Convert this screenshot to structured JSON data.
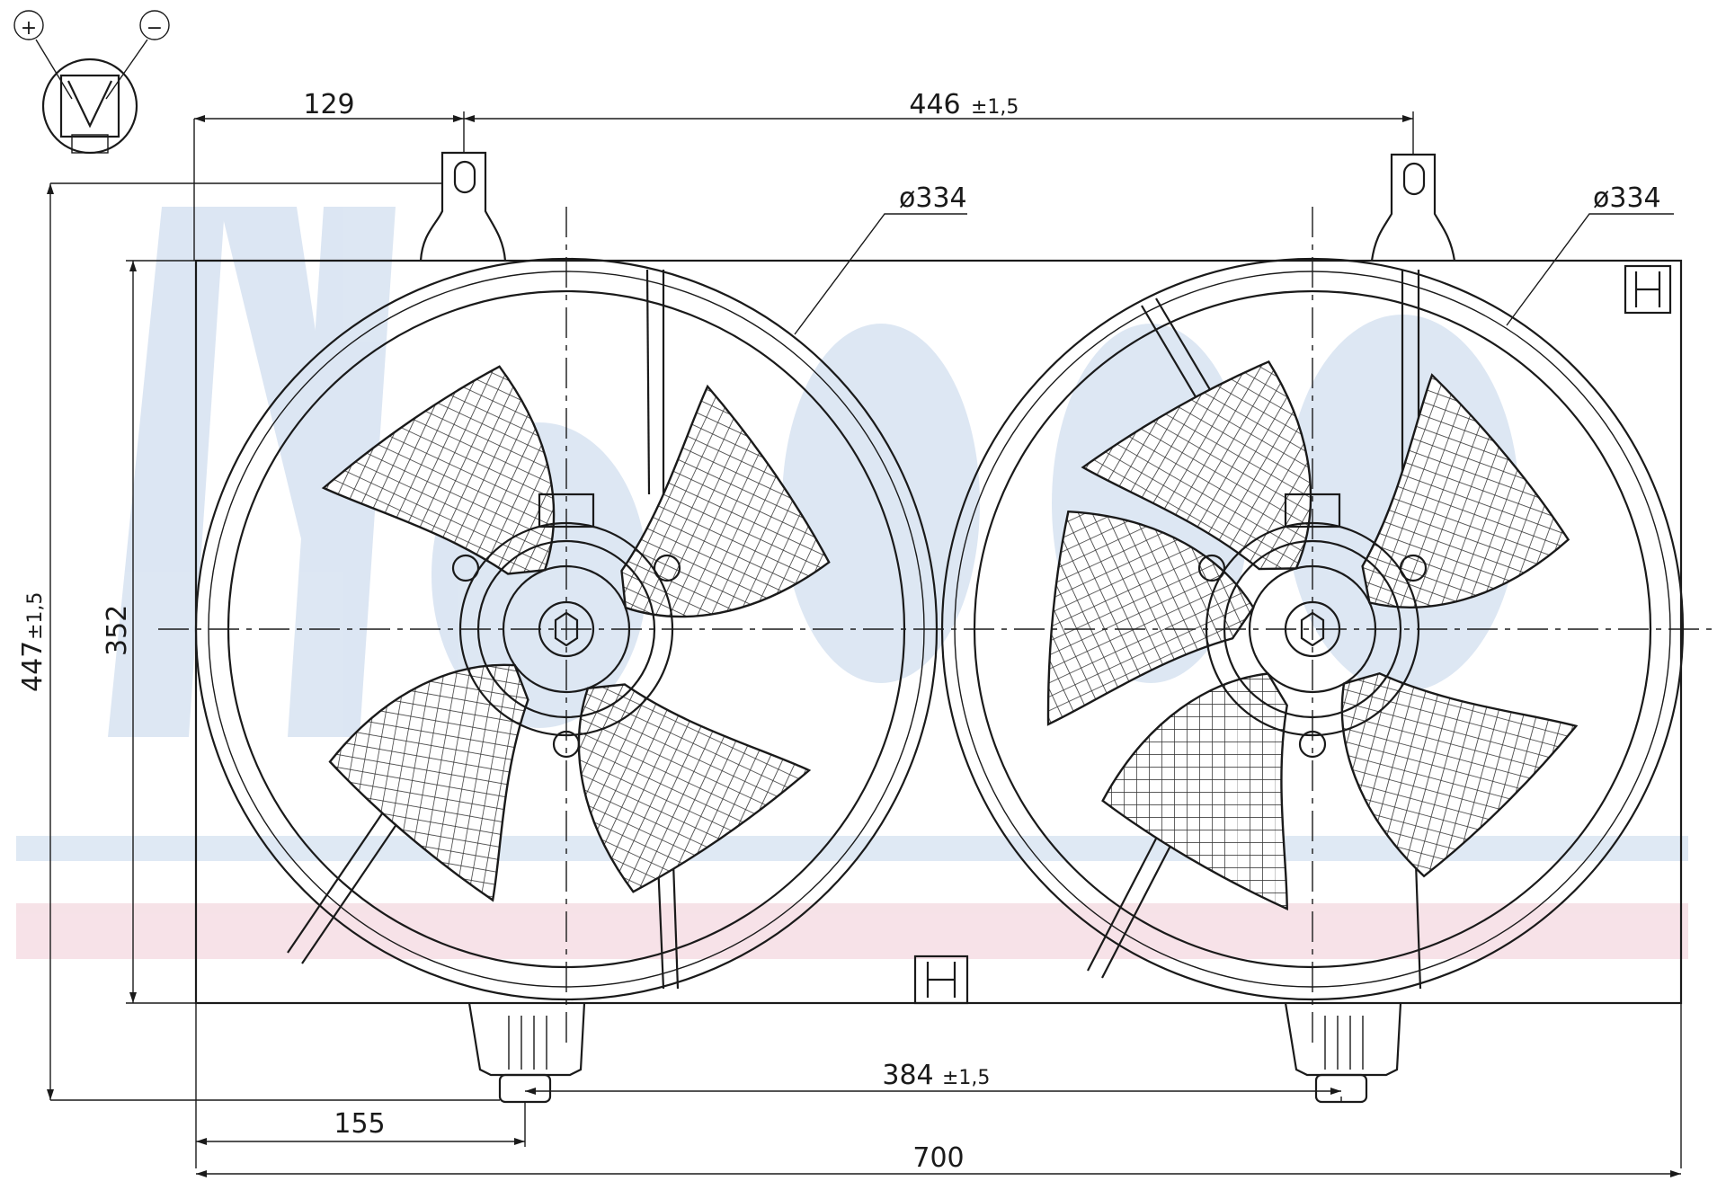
{
  "connector": {
    "plus_label": "+",
    "minus_label": "−"
  },
  "dimensions": {
    "bracket_offset": "129",
    "mount_spacing": "446",
    "mount_spacing_tol": "±1,5",
    "fan_diameter_left": "ø334",
    "fan_diameter_right": "ø334",
    "overall_height": "447",
    "overall_height_tol": "±1,5",
    "core_height": "352",
    "bottom_offset": "155",
    "bottom_mount_spacing": "384",
    "bottom_mount_spacing_tol": "±1,5",
    "overall_width": "700"
  },
  "colors": {
    "line": "#1a1a1a",
    "watermark_blue": "#d9e4f2",
    "watermark_band_blue": "#dce7f3",
    "watermark_band_pink": "#f6dfe5"
  }
}
